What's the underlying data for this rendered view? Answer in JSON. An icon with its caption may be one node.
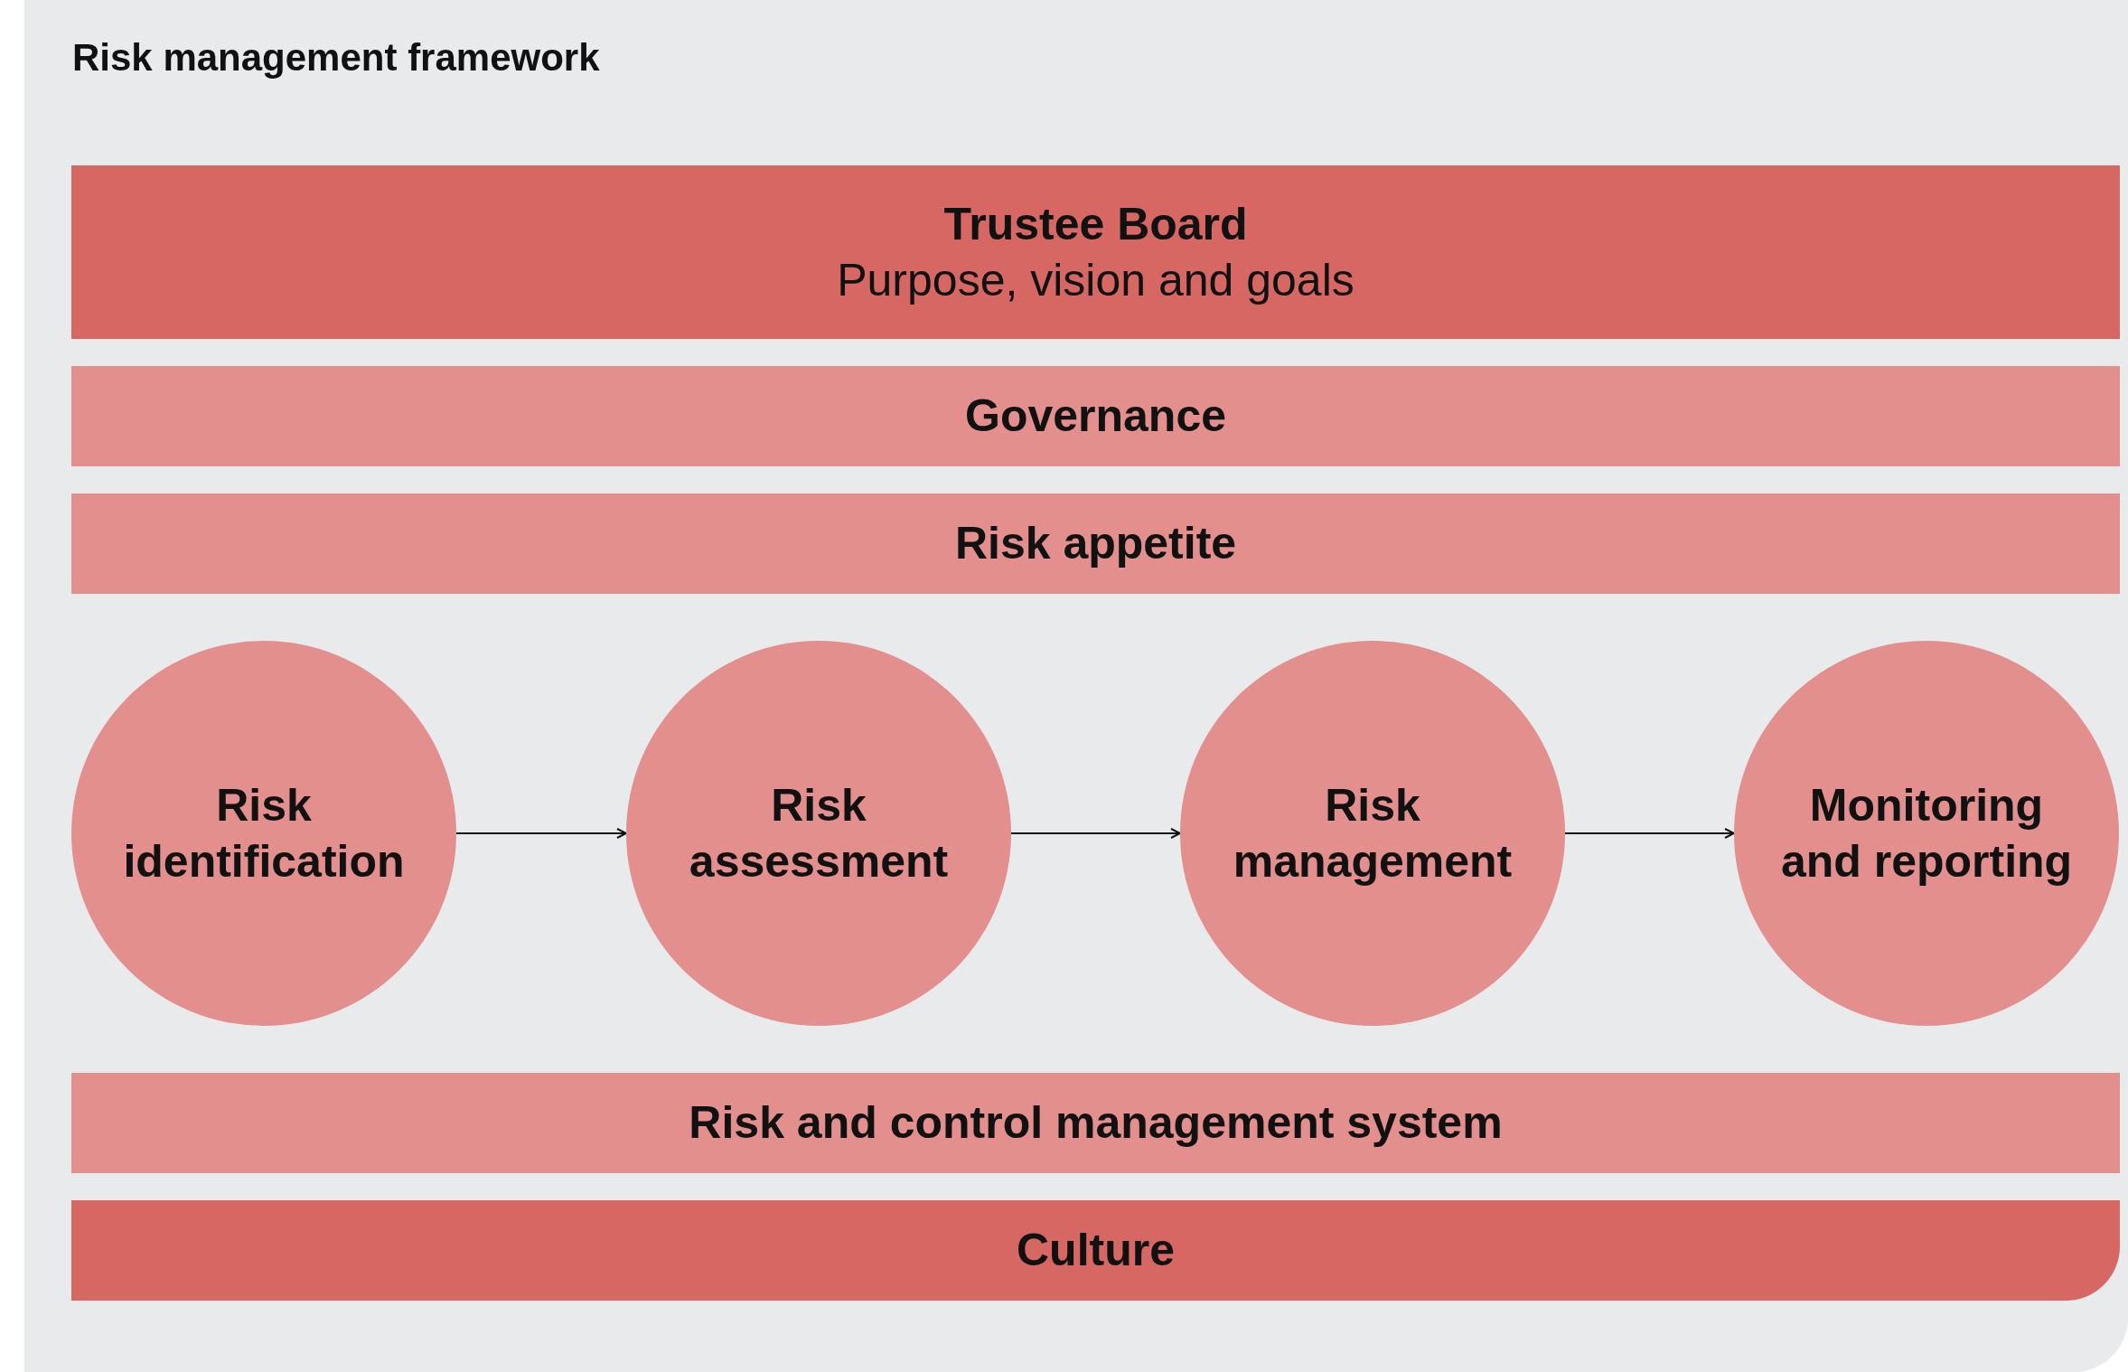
{
  "diagram": {
    "title": "Risk management framework",
    "nodes": [
      {
        "text": [
          "Trustee Board",
          "Purpose, vision and goals"
        ]
      },
      {
        "text": [
          "Governance"
        ]
      },
      {
        "text": [
          "Risk appetite"
        ]
      },
      {
        "text": [
          "Risk identification"
        ]
      },
      {
        "text": [
          "Risk assessment"
        ]
      },
      {
        "text": [
          "Risk management"
        ]
      },
      {
        "text": [
          "Monitoring and reporting"
        ]
      },
      {
        "text": [
          "Risk and control management system"
        ]
      },
      {
        "text": [
          "Culture"
        ]
      }
    ],
    "edges": [
      {
        "from": 3,
        "to": 4,
        "arrow": "to"
      },
      {
        "from": 4,
        "to": 5,
        "arrow": "to"
      },
      {
        "from": 5,
        "to": 6,
        "arrow": "to"
      }
    ]
  }
}
